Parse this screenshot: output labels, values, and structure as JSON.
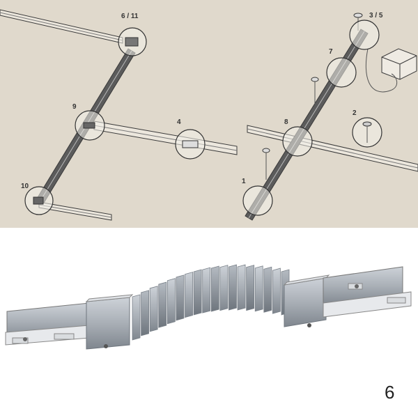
{
  "diagram": {
    "background": "#e0d9cc",
    "callouts_left": [
      "6 / 11",
      "9",
      "4",
      "10"
    ],
    "callouts_right": [
      "3 / 5",
      "7",
      "2",
      "8",
      "1"
    ]
  },
  "product": {
    "name_icon": "flexible-track-connector-icon",
    "color": "#a9afb6"
  },
  "page_number": "6"
}
